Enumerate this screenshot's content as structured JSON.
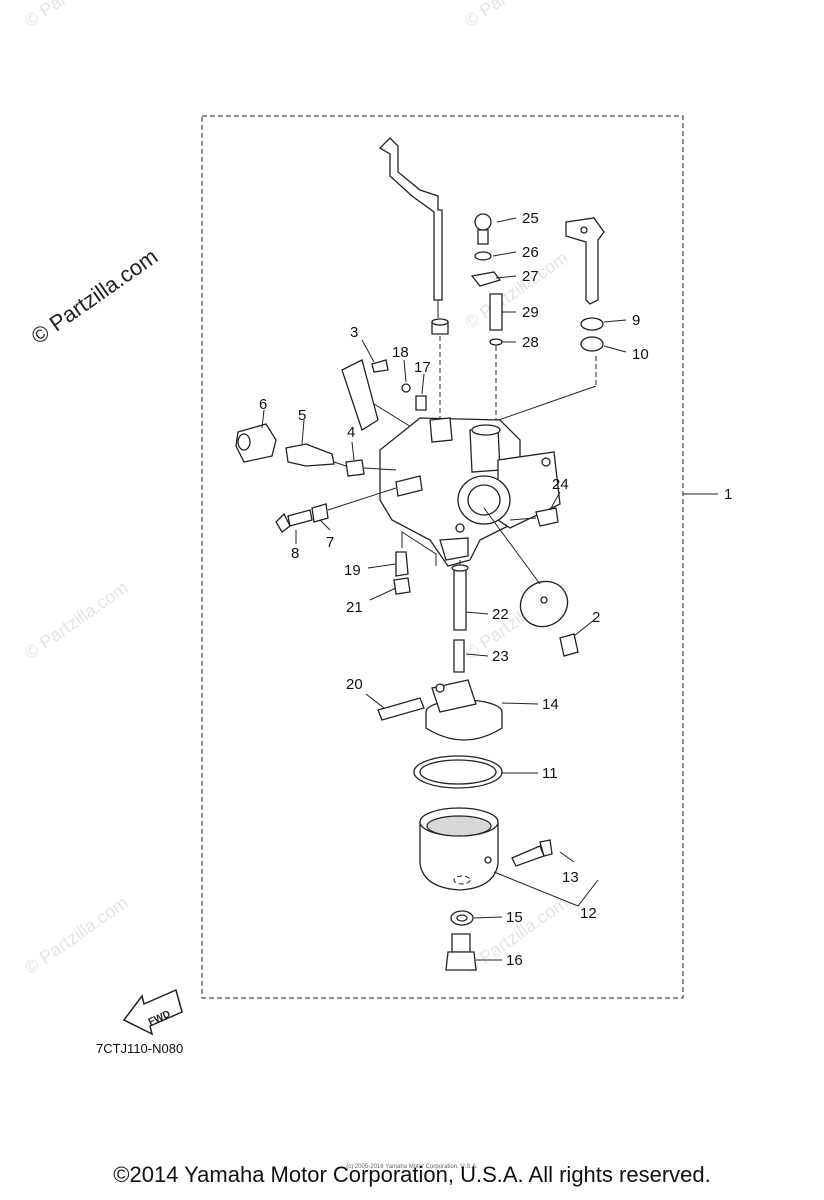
{
  "watermarks": {
    "main": "© Partzilla.com",
    "faint": "© Partzilla.com"
  },
  "callouts": [
    "1",
    "2",
    "3",
    "4",
    "5",
    "6",
    "7",
    "8",
    "9",
    "10",
    "11",
    "12",
    "13",
    "14",
    "15",
    "16",
    "17",
    "18",
    "19",
    "20",
    "21",
    "22",
    "23",
    "24",
    "25",
    "26",
    "27",
    "28",
    "29"
  ],
  "direction_arrow": "FWD",
  "figure_code": "7CTJ110-N080",
  "footer": {
    "copyright": "©2014 Yamaha Motor Corporation, U.S.A. All rights reserved.",
    "fine_print": "(c) 2005-2016 Yamaha Motor Corporation, U.S.A."
  }
}
